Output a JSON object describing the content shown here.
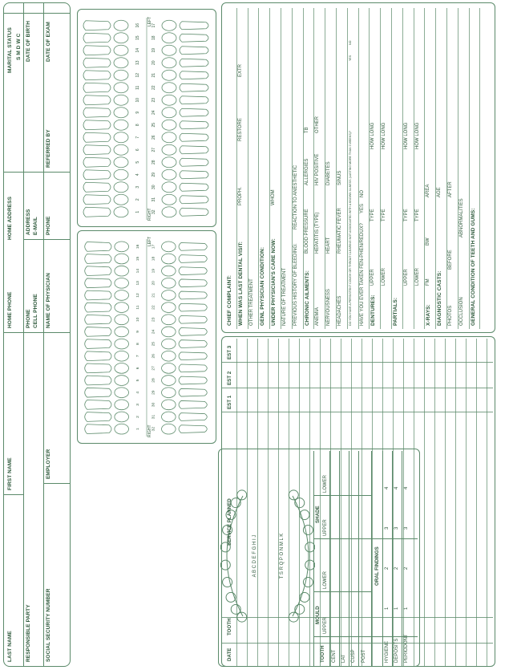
{
  "header": {
    "last_name": "LAST NAME",
    "first_name": "FIRST NAME",
    "home_phone": "HOME PHONE",
    "home_address": "HOME ADDRESS",
    "marital_status": "MARITAL STATUS",
    "marital_options": "S   M   D   W   C",
    "responsible_party": "RESPONSIBLE PARTY",
    "phone": "PHONE",
    "address": "ADDRESS",
    "date_of_birth": "DATE OF BIRTH",
    "ssn": "SOCIAL SECURITY NUMBER",
    "employer": "EMPLOYER",
    "cell_phone": "CELL PHONE",
    "email": "E-MAIL",
    "referred_by": "REFERRED BY",
    "date_of_exam": "DATE OF EXAM",
    "name_of_physician": "NAME OF PHYSICIAN",
    "phone2": "PHONE"
  },
  "history": {
    "chief_complaint": "CHIEF COMPLAINT:",
    "last_visit": "WHEN WAS LAST DENTAL VISIT:",
    "proph": "PROPH.",
    "restore": "RESTORE",
    "extr": "EXTR",
    "other_treatment": "OTHER TREATMENT",
    "genl_condition": "GENL PHYSICIAN CONDITION:",
    "under_care": "UNDER PHYSICIAN'S CARE NOW:",
    "whom": "WHOM",
    "nature": "NATURE OF TREATMENT",
    "bleeding": "PREVIOUS HISTORY OF BLEEDING:",
    "reaction": "REACTION TO ANESTHETIC",
    "chronic": "CHRONIC AILMENTS:",
    "blood_pressure": "BLOOD PRESSURE",
    "allergies": "ALLERGIES",
    "tb": "TB",
    "anemia": "ANEMIA",
    "hepatitis": "HEPATITIS (TYPE)",
    "hiv": "HIV POSITIVE",
    "other": "OTHER",
    "nervousness": "NERVOUSNESS",
    "heart": "HEART",
    "diabetes": "DIABETES",
    "headaches": "HEADACHES",
    "rheumatic": "RHEUMATIC FEVER",
    "sinus": "SINUS",
    "fen_phen_q": "DO YOU HAVE A PERSISTENT COUGH OR THROAT CLEARING NOT ASSOCIATED WITH A KNOWN ILLNESS (LASTING MORE THAN 3 WEEKS)?",
    "yes": "YES",
    "no": "NO",
    "fen_phen": "HAVE YOU EVER TAKEN FEN-PHEN/REDUX?",
    "dentures": "DENTURES:",
    "upper": "UPPER",
    "type": "TYPE",
    "how_long": "HOW LONG",
    "lower": "LOWER",
    "partials": "PARTIALS:",
    "xrays": "X-RAYS:",
    "fm": "FM",
    "bw": "BW",
    "area": "AREA",
    "casts": "DIAGNOSTIC CASTS:",
    "age": "AGE",
    "photos": "PHOTOS",
    "before": "BEFORE",
    "after": "AFTER",
    "occlusion": "OCCLUSION",
    "abnormalities": "ABNORMALITIES",
    "general": "GENERAL CONDITION OF TEETH AND GUMS:"
  },
  "chart": {
    "right": "RIGHT",
    "left": "LEFT",
    "upper_numbers": [
      "1",
      "2",
      "3",
      "4",
      "5",
      "6",
      "7",
      "8",
      "9",
      "10",
      "11",
      "12",
      "13",
      "14",
      "15",
      "16"
    ],
    "lower_numbers": [
      "32",
      "31",
      "30",
      "29",
      "28",
      "27",
      "26",
      "25",
      "24",
      "23",
      "22",
      "21",
      "20",
      "19",
      "18",
      "17"
    ],
    "upper_letters": "A B C D E F G H I J",
    "lower_letters": "T S R Q P O N M L K"
  },
  "mould": {
    "tooth": "TOOTH",
    "mould": "MOULD",
    "shade": "SHADE",
    "upper": "UPPER",
    "lower": "LOWER",
    "rows": [
      "CENT",
      "LAT",
      "CUSP",
      "POST"
    ],
    "oral_findings": "ORAL FINDINGS",
    "findings": [
      "HYGIENE",
      "DEPOSITS",
      "PERIODONT"
    ],
    "scale": [
      "1",
      "2",
      "3",
      "4"
    ]
  },
  "plan": {
    "date": "DATE",
    "tooth": "TOOTH",
    "service": "SERVICE PLANNED",
    "est1": "EST 1",
    "est2": "EST 2",
    "est3": "EST 3"
  }
}
